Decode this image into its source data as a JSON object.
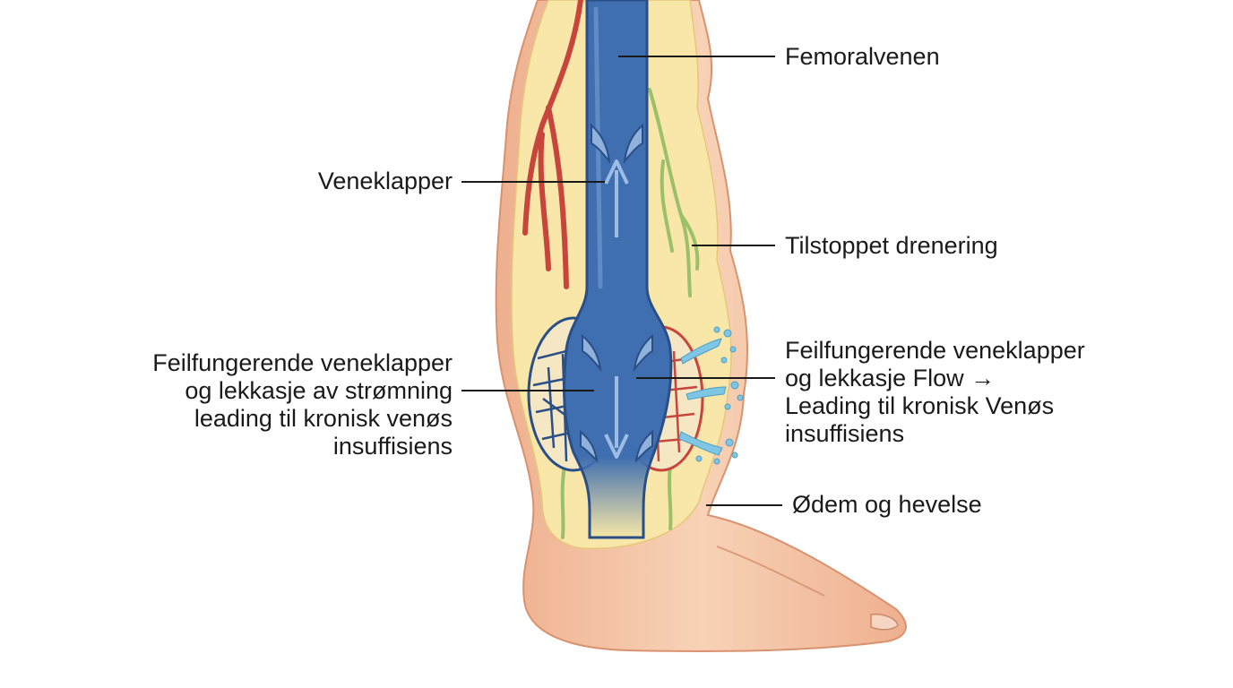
{
  "colors": {
    "skin": "#f4c7a6",
    "skin_shade": "#e8a888",
    "fat_layer": "#f8e7a8",
    "vein_blue": "#3f6fb0",
    "vein_dark": "#2a4f86",
    "artery_red": "#c8453c",
    "lymph_green": "#9cbf6a",
    "leak_fluid": "#7fc6e4",
    "text": "#1a1a1a"
  },
  "labels": {
    "femoral_vein": "Femoralvenen",
    "valves": "Veneklapper",
    "blocked_drainage": "Tilstoppet drenering",
    "left_incompetent": [
      "Feilfungerende veneklapper",
      "og lekkasje av strømning",
      "leading til kronisk venøs",
      "insuffisiens"
    ],
    "right_incompetent": [
      "Feilfungerende veneklapper",
      "og lekkasje Flow →",
      "Leading til kronisk Venøs",
      "insuffisiens"
    ],
    "edema": "Ødem og hevelse"
  },
  "icons": {
    "flow_up": "arrow-up-icon",
    "flow_down": "arrow-down-icon"
  }
}
